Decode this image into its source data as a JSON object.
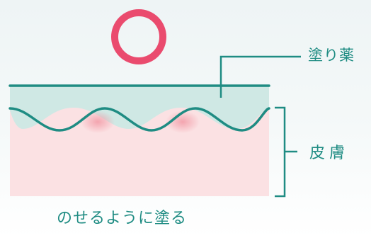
{
  "labels": {
    "medicine": "塗り薬",
    "skin": "皮膚",
    "caption": "のせるように塗る"
  },
  "symbol": {
    "name": "circle-good-mark",
    "meaning": "〇"
  },
  "colors": {
    "accent_teal": "#1f8c83",
    "medicine_fill": "#cfe8e4",
    "skin_fill": "#fbe1e3",
    "skin_spot": "#f29aa6",
    "circle_mark": "#ea4b6e"
  }
}
